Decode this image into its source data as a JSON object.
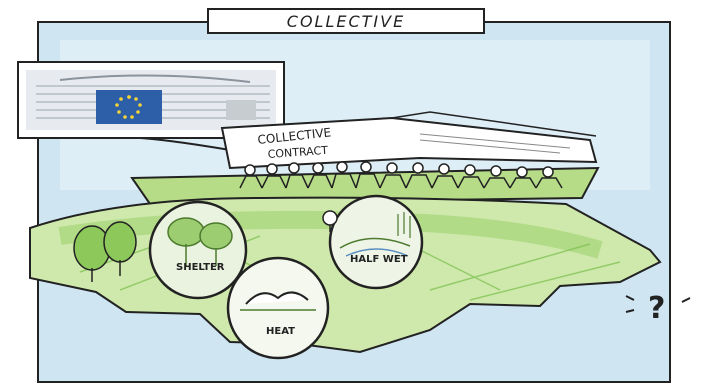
{
  "title": "COLLECTIVE",
  "banner": {
    "line1": "COLLECTIVE",
    "line2": "CONTRACT"
  },
  "circles": {
    "shelter": "SHELTER",
    "half_wet": "HALF WET",
    "heat": "HEAT"
  },
  "question_mark": "?",
  "colors": {
    "sky": "#cfe6f2",
    "grass": "#b7dc88",
    "grass_dark": "#7cbf4e",
    "eu_blue": "#2c5fa8",
    "eu_star": "#f2d33a",
    "ink": "#222222"
  }
}
